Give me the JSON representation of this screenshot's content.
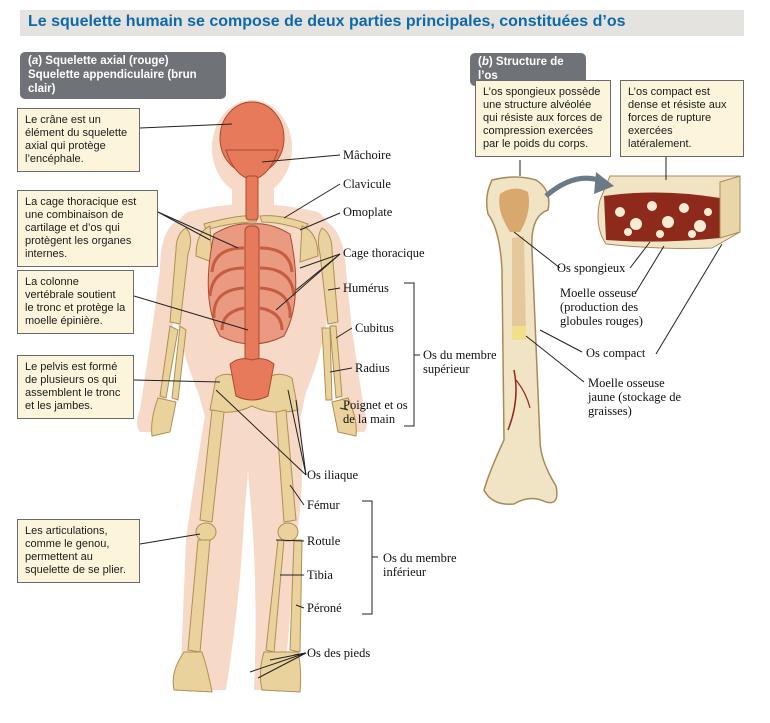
{
  "title": "Le squelette humain se compose de deux parties principales, constituées d’os",
  "panel_a": {
    "letter": "a",
    "line1": " Squelette axial (rouge)",
    "line2": "Squelette appendiculaire (brun clair)",
    "callouts": {
      "crane": "Le crâne est un élément du squelette axial qui protège l’encéphale.",
      "cage": "La cage thoracique est une combinaison de cartilage et d’os qui protègent les organes internes.",
      "colonne": "La colonne vertébrale soutient le tronc et protège la moelle épinière.",
      "pelvis": "Le pelvis est formé de plusieurs os qui assemblent le tronc et les jambes.",
      "articulations": "Les articulations, comme le genou, permettent au squelette de se plier."
    },
    "labels": {
      "machoire": "Mâchoire",
      "clavicule": "Clavicule",
      "omoplate": "Omoplate",
      "cage_thoracique": "Cage thoracique",
      "humerus": "Humérus",
      "cubitus": "Cubitus",
      "radius": "Radius",
      "poignet": "Poignet et os de la main",
      "os_iliaque": "Os iliaque",
      "femur": "Fémur",
      "rotule": "Rotule",
      "tibia": "Tibia",
      "perone": "Péroné",
      "os_pieds": "Os des pieds",
      "membre_sup": "Os du membre supérieur",
      "membre_inf": "Os du membre inférieur"
    }
  },
  "panel_b": {
    "letter": "b",
    "text": " Structure de l’os",
    "callouts": {
      "spongieux": "L’os spongieux possède une structure alvéolée qui résiste aux forces de compression exercées par le poids du corps.",
      "compact": "L’os compact est dense et résiste aux forces de rupture exercées latéralement."
    },
    "labels": {
      "os_spongieux": "Os spongieux",
      "moelle_rouge": "Moelle osseuse (production des globules rouges)",
      "os_compact": "Os compact",
      "moelle_jaune": "Moelle osseuse jaune (stockage de graisses)"
    }
  },
  "colors": {
    "title_text": "#0d6aa8",
    "title_bg": "#e4e3df",
    "axial_bone": "#e77a5b",
    "appendicular_bone": "#ead29c",
    "body_silhouette": "#f6d9c6",
    "callout_bg": "#fcf5dc",
    "marrow_red": "#8e2a1c",
    "marrow_yellow": "#f2df8a"
  }
}
